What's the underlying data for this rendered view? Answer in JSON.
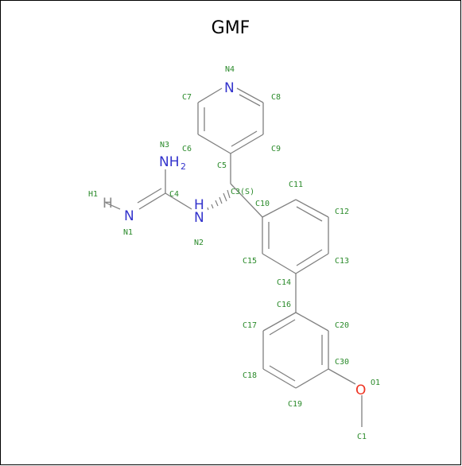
{
  "title": "GMF",
  "colors": {
    "bond": "#808080",
    "nitrogen": "#3333cc",
    "oxygen": "#ee3322",
    "hydrogen": "#888888",
    "label": "#2a8a2a"
  },
  "atoms": {
    "nh2_main": "NH",
    "nh2_sub": "2",
    "n_imine": "N",
    "n_amine": "H",
    "n_amine2": "N",
    "n_pyr": "N",
    "h": "H",
    "o": "O"
  },
  "labels": {
    "N4": "N4",
    "C7": "C7",
    "C8": "C8",
    "N3": "N3",
    "C6": "C6",
    "C9": "C9",
    "C5": "C5",
    "C3": "C3(S)",
    "C11": "C11",
    "H1": "H1",
    "C4": "C4",
    "C10": "C10",
    "C12": "C12",
    "N1": "N1",
    "N2": "N2",
    "C15": "C15",
    "C13": "C13",
    "C14": "C14",
    "C16": "C16",
    "C17": "C17",
    "C20": "C20",
    "C30": "C30",
    "O1": "O1",
    "C18": "C18",
    "C19": "C19",
    "C1": "C1"
  }
}
